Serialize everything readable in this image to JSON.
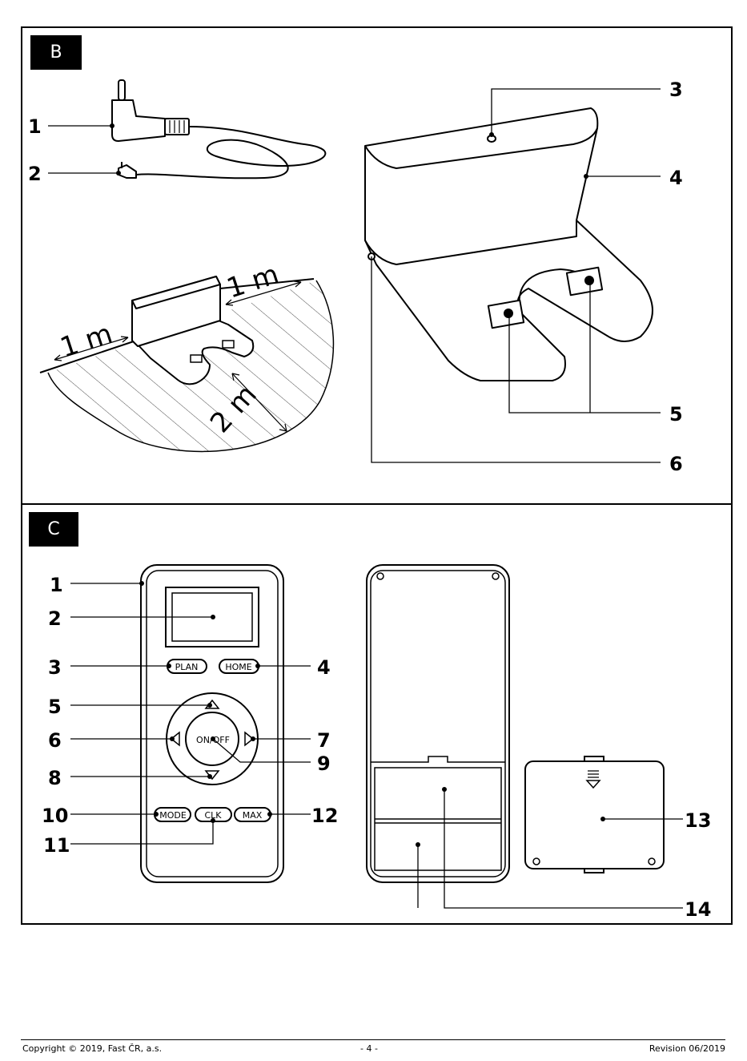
{
  "panel_b": {
    "tag": "B",
    "callouts": [
      "1",
      "2",
      "3",
      "4",
      "5",
      "6"
    ],
    "distances": [
      "1 m",
      "1 m",
      "2 m"
    ]
  },
  "panel_c": {
    "tag": "C",
    "callouts": [
      "1",
      "2",
      "3",
      "4",
      "5",
      "6",
      "7",
      "8",
      "9",
      "10",
      "11",
      "12",
      "13",
      "14"
    ],
    "remote_buttons": {
      "plan": "PLAN",
      "home": "HOME",
      "on_off": "ON/OFF",
      "mode": "MODE",
      "clk": "CLK",
      "max": "MAX"
    }
  },
  "footer": {
    "copyright": "Copyright © 2019, Fast ČR, a.s.",
    "page": "- 4 -",
    "revision": "Revision 06/2019"
  }
}
